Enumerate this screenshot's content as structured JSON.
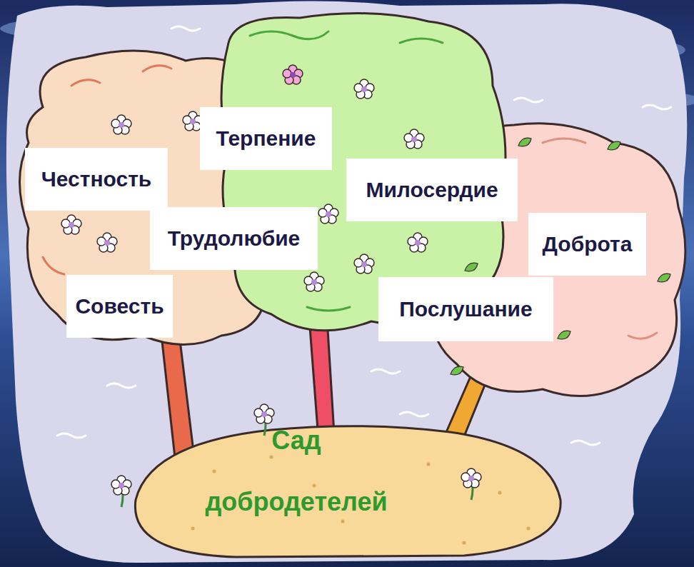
{
  "diagram": {
    "nodes": [
      {
        "text": [
          "Терпение"
        ]
      },
      {
        "text": [
          "Честность"
        ]
      },
      {
        "text": [
          "Милосердие"
        ]
      },
      {
        "text": [
          "Трудолюбие"
        ]
      },
      {
        "text": [
          "Доброта"
        ]
      },
      {
        "text": [
          "Совесть"
        ]
      },
      {
        "text": [
          "Послушание"
        ]
      },
      {
        "text": [
          "Сад добродетелей"
        ]
      }
    ]
  }
}
